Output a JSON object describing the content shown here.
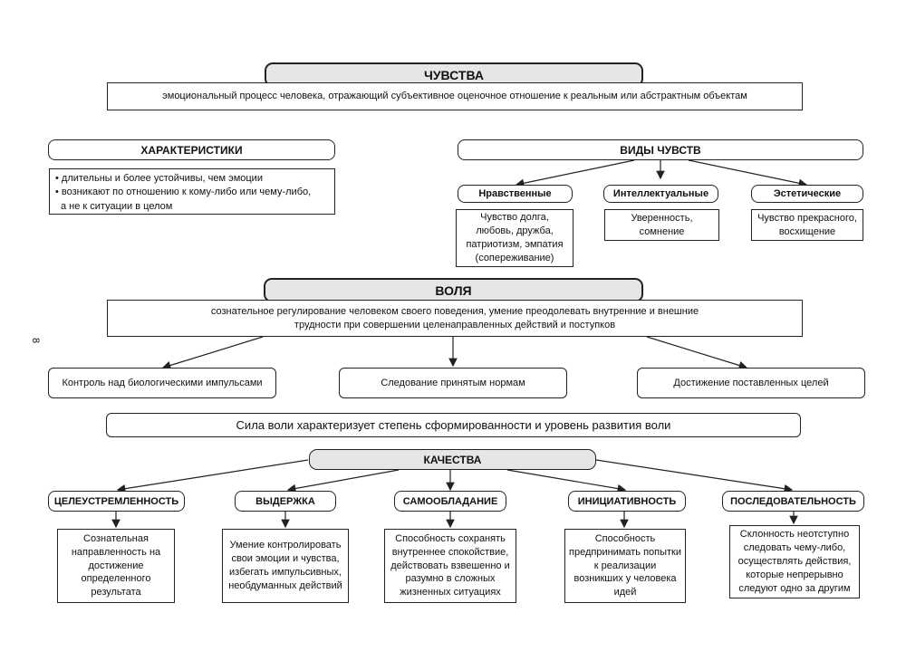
{
  "page_number": "8",
  "feelings": {
    "title": "ЧУВСТВА",
    "definition": "эмоциональный процесс человека, отражающий субъективное оценочное отношение к реальным или абстрактным объектам",
    "characteristics": {
      "title": "ХАРАКТЕРИСТИКИ",
      "items": [
        "• длительны и более устойчивы, чем эмоции",
        "• возникают по отношению к кому-либо или чему-либо,",
        "а не к ситуации в целом"
      ]
    },
    "types": {
      "title": "ВИДЫ ЧУВСТВ",
      "moral": {
        "label": "Нравственные",
        "desc": "Чувство долга, любовь, дружба, патриотизм, эмпатия (сопереживание)"
      },
      "intellectual": {
        "label": "Интеллектуальные",
        "desc": "Уверенность, сомнение"
      },
      "aesthetic": {
        "label": "Эстетические",
        "desc": "Чувство прекрасного, восхищение"
      }
    }
  },
  "will": {
    "title": "ВОЛЯ",
    "definition_line1": "сознательное регулирование человеком своего поведения, умение преодолевать внутренние и внешние",
    "definition_line2": "трудности при совершении целенаправленных действий и поступков",
    "functions": [
      "Контроль над биологическими импульсами",
      "Следование принятым нормам",
      "Достижение поставленных целей"
    ],
    "willpower": "Сила воли характеризует степень сформированности и уровень развития воли"
  },
  "qualities": {
    "title": "КАЧЕСТВА",
    "items": [
      {
        "name": "ЦЕЛЕУСТРЕМЛЕННОСТЬ",
        "desc": "Сознательная направленность на достижение определенного результата"
      },
      {
        "name": "ВЫДЕРЖКА",
        "desc": "Умение контролировать свои эмоции и чувства, избегать импульсивных, необдуманных действий"
      },
      {
        "name": "САМООБЛАДАНИЕ",
        "desc": "Способность сохранять внутреннее спокойствие, действовать взвешенно и разумно в сложных жизненных ситуациях"
      },
      {
        "name": "ИНИЦИАТИВНОСТЬ",
        "desc": "Способность предпринимать попытки к реализации возникших у человека идей"
      },
      {
        "name": "ПОСЛЕДОВАТЕЛЬНОСТЬ",
        "desc": "Склонность неотступно следовать чему-либо, осуществлять действия, которые непрерывно следуют одно за другим"
      }
    ]
  }
}
